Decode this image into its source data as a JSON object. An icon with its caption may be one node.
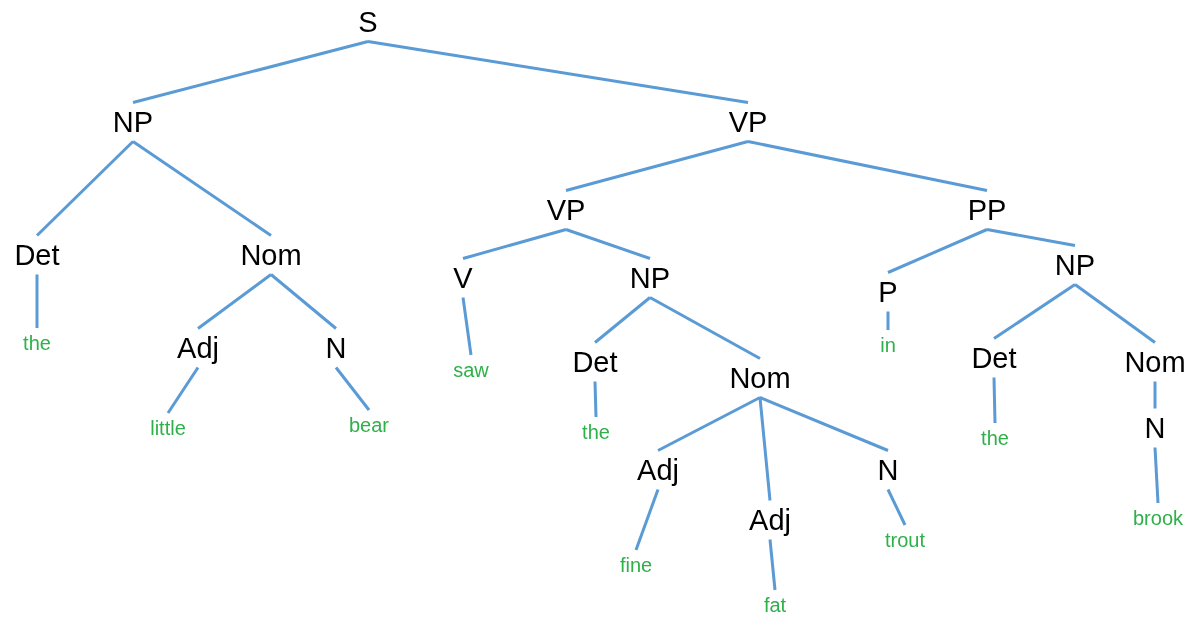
{
  "diagram": {
    "nodes": [
      {
        "text": [
          "S"
        ]
      },
      {
        "text": [
          "NP"
        ]
      },
      {
        "text": [
          "VP"
        ]
      },
      {
        "text": [
          "Det"
        ]
      },
      {
        "text": [
          "Nom"
        ]
      },
      {
        "text": [
          "VP"
        ]
      },
      {
        "text": [
          "PP"
        ]
      },
      {
        "text": [
          "the"
        ]
      },
      {
        "text": [
          "Adj"
        ]
      },
      {
        "text": [
          "N"
        ]
      },
      {
        "text": [
          "V"
        ]
      },
      {
        "text": [
          "NP"
        ]
      },
      {
        "text": [
          "P"
        ]
      },
      {
        "text": [
          "NP"
        ]
      },
      {
        "text": [
          "little"
        ]
      },
      {
        "text": [
          "bear"
        ]
      },
      {
        "text": [
          "saw"
        ]
      },
      {
        "text": [
          "Det"
        ]
      },
      {
        "text": [
          "Nom"
        ]
      },
      {
        "text": [
          "in"
        ]
      },
      {
        "text": [
          "Det"
        ]
      },
      {
        "text": [
          "Nom"
        ]
      },
      {
        "text": [
          "the"
        ]
      },
      {
        "text": [
          "Adj"
        ]
      },
      {
        "text": [
          "Adj"
        ]
      },
      {
        "text": [
          "N"
        ]
      },
      {
        "text": [
          "N"
        ]
      },
      {
        "text": [
          "the"
        ]
      },
      {
        "text": [
          "fine"
        ]
      },
      {
        "text": [
          "fat"
        ]
      },
      {
        "text": [
          "trout"
        ]
      },
      {
        "text": [
          "brook"
        ]
      }
    ],
    "edges": [
      {
        "from": 0,
        "to": 1,
        "arrow": "none"
      },
      {
        "from": 0,
        "to": 2,
        "arrow": "none"
      },
      {
        "from": 1,
        "to": 3,
        "arrow": "none"
      },
      {
        "from": 1,
        "to": 4,
        "arrow": "none"
      },
      {
        "from": 3,
        "to": 7,
        "arrow": "none"
      },
      {
        "from": 4,
        "to": 8,
        "arrow": "none"
      },
      {
        "from": 4,
        "to": 9,
        "arrow": "none"
      },
      {
        "from": 8,
        "to": 14,
        "arrow": "none"
      },
      {
        "from": 9,
        "to": 15,
        "arrow": "none"
      },
      {
        "from": 2,
        "to": 5,
        "arrow": "none"
      },
      {
        "from": 2,
        "to": 6,
        "arrow": "none"
      },
      {
        "from": 5,
        "to": 10,
        "arrow": "none"
      },
      {
        "from": 5,
        "to": 11,
        "arrow": "none"
      },
      {
        "from": 10,
        "to": 16,
        "arrow": "none"
      },
      {
        "from": 11,
        "to": 17,
        "arrow": "none"
      },
      {
        "from": 11,
        "to": 18,
        "arrow": "none"
      },
      {
        "from": 17,
        "to": 22,
        "arrow": "none"
      },
      {
        "from": 18,
        "to": 23,
        "arrow": "none"
      },
      {
        "from": 18,
        "to": 24,
        "arrow": "none"
      },
      {
        "from": 18,
        "to": 25,
        "arrow": "none"
      },
      {
        "from": 23,
        "to": 28,
        "arrow": "none"
      },
      {
        "from": 24,
        "to": 29,
        "arrow": "none"
      },
      {
        "from": 25,
        "to": 30,
        "arrow": "none"
      },
      {
        "from": 6,
        "to": 12,
        "arrow": "none"
      },
      {
        "from": 6,
        "to": 13,
        "arrow": "none"
      },
      {
        "from": 12,
        "to": 19,
        "arrow": "none"
      },
      {
        "from": 13,
        "to": 20,
        "arrow": "none"
      },
      {
        "from": 13,
        "to": 21,
        "arrow": "none"
      },
      {
        "from": 20,
        "to": 27,
        "arrow": "none"
      },
      {
        "from": 21,
        "to": 26,
        "arrow": "none"
      },
      {
        "from": 26,
        "to": 31,
        "arrow": "none"
      }
    ]
  }
}
